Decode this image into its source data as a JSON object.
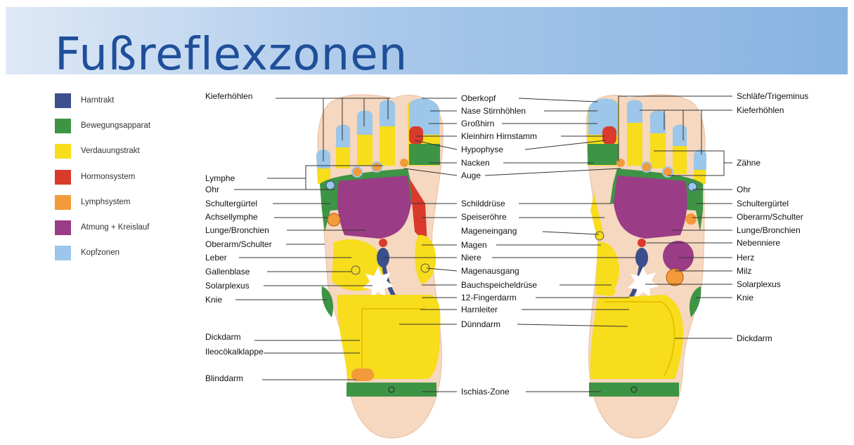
{
  "title": "Fußreflexzonen",
  "legend": [
    {
      "label": "Harntrakt",
      "color": "#3a4f8c"
    },
    {
      "label": "Bewegungsapparat",
      "color": "#3e9445"
    },
    {
      "label": "Verdauungstrakt",
      "color": "#f7dd1b"
    },
    {
      "label": "Hormonsystem",
      "color": "#d93a2b"
    },
    {
      "label": "Lymphsystem",
      "color": "#f39a3a"
    },
    {
      "label": "Atmung + Kreislauf",
      "color": "#9a3c86"
    },
    {
      "label": "Kopfzonen",
      "color": "#9cc6ea"
    }
  ],
  "labels_left_foot": {
    "kieferhoehlen": "Kieferhöhlen",
    "lymphe": "Lymphe",
    "ohr": "Ohr",
    "schultenguertel": "Schultergürtel",
    "achsellymphe": "Achsellymphe",
    "lunge": "Lunge/Bronchien",
    "oberarm": "Oberarm/Schulter",
    "leber": "Leber",
    "gallenblase": "Gallenblase",
    "solarplexus": "Solarplexus",
    "knie": "Knie",
    "dickdarm": "Dickdarm",
    "ileo": "Ileocökalklappe",
    "blinddarm": "Blinddarm"
  },
  "labels_center": {
    "oberkopf": "Oberkopf",
    "nase": "Nase Stirnhöhlen",
    "grosshirn": "Großhirn",
    "kleinhirn": "Kleinhirn Hirnstamm",
    "hypophyse": "Hypophyse",
    "nacken": "Nacken",
    "auge": "Auge",
    "schilddruese": "Schilddrüse",
    "speiseroehre": "Speiseröhre",
    "mageneingang": "Mageneingang",
    "magen": "Magen",
    "niere": "Niere",
    "magenausgang": "Magenausgang",
    "bauchspeicheldruese": "Bauchspeicheldrüse",
    "fingerdarm": "12-Fingerdarm",
    "harnleiter": "Harnleiter",
    "duenndarm": "Dünndarm",
    "ischias": "Ischias-Zone"
  },
  "labels_right_foot": {
    "schlaefe": "Schläfe/Trigeminus",
    "kieferhoehlen": "Kieferhöhlen",
    "zaehne": "Zähne",
    "ohr": "Ohr",
    "schultenguertel": "Schultergürtel",
    "oberarm": "Oberarm/Schulter",
    "lunge": "Lunge/Bronchien",
    "nebenniere": "Nebenniere",
    "herz": "Herz",
    "milz": "Milz",
    "solarplexus": "Solarplexus",
    "knie": "Knie",
    "dickdarm": "Dickdarm"
  }
}
